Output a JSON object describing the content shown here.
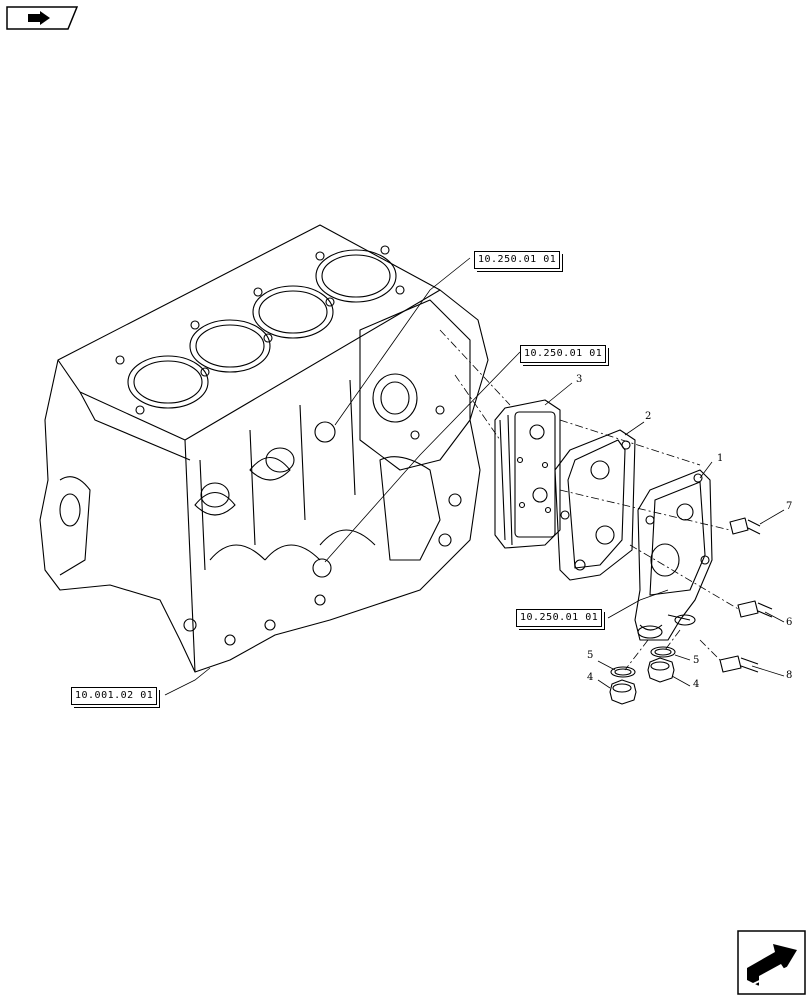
{
  "header": {
    "prev_icon": "back-arrow-icon"
  },
  "references": {
    "ref_top": "10.250.01 01",
    "ref_mid": "10.250.01 01",
    "ref_right": "10.250.01 01",
    "ref_block": "10.001.02 01"
  },
  "callouts": {
    "c1": "1",
    "c2": "2",
    "c3": "3",
    "c4a": "4",
    "c4b": "4",
    "c5a": "5",
    "c5b": "5",
    "c6": "6",
    "c7": "7",
    "c8": "8"
  },
  "footer": {
    "next_icon": "forward-arrow-icon"
  }
}
